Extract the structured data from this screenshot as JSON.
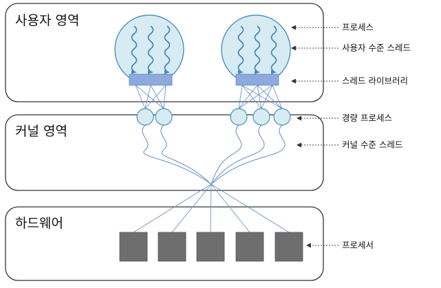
{
  "regions": {
    "user": "사용자 영역",
    "kernel": "커널 영역",
    "hardware": "하드웨어"
  },
  "callouts": {
    "process": "프로세스",
    "user_thread": "사용자 수준 스레드",
    "thread_library": "스레드 라이브러리",
    "lightweight_process": "경량 프로세스",
    "kernel_thread": "커널 수준 스레드",
    "processor": "프로세서"
  },
  "colors": {
    "process_fill": "#d7ebf3",
    "process_stroke": "#4a90b8",
    "thread_wave": "#4a8ab5",
    "library_fill": "#8fa9dd",
    "lwp_fill": "#d7ebf3",
    "link_line": "#6b93c9",
    "processor_fill": "#6e6e6e",
    "region_stroke": "#333333"
  },
  "icons": {
    "user_thread": "wavy-thread-icon",
    "processor": "cpu-square-icon"
  }
}
